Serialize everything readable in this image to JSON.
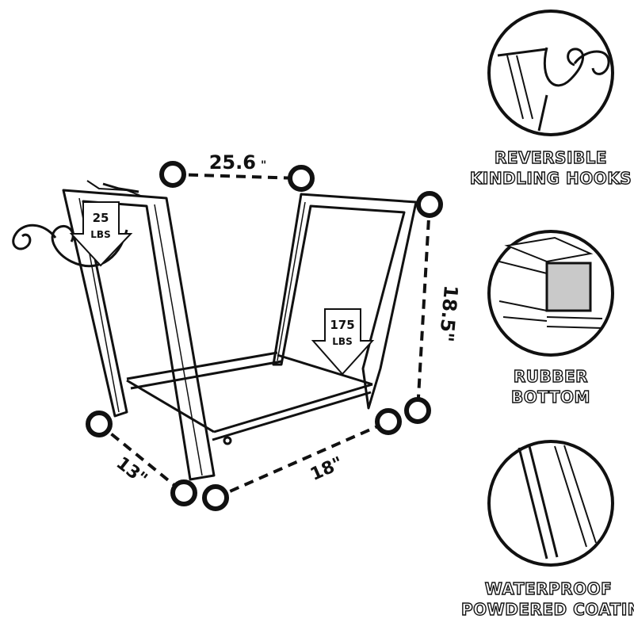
{
  "dimensions": {
    "width": "25.6",
    "width_mark": "\"",
    "height": "18.5\"",
    "depth": "13\"",
    "length": "18\""
  },
  "weights": {
    "hook_load_value": "25",
    "hook_load_unit": "LBS",
    "base_load_value": "175",
    "base_load_unit": "LBS"
  },
  "features": [
    {
      "line1": "REVERSIBLE",
      "line2": "KINDLING HOOKS"
    },
    {
      "line1": "RUBBER",
      "line2": "BOTTOM"
    },
    {
      "line1": "WATERPROOF",
      "line2": "POWDERED COATING"
    }
  ]
}
